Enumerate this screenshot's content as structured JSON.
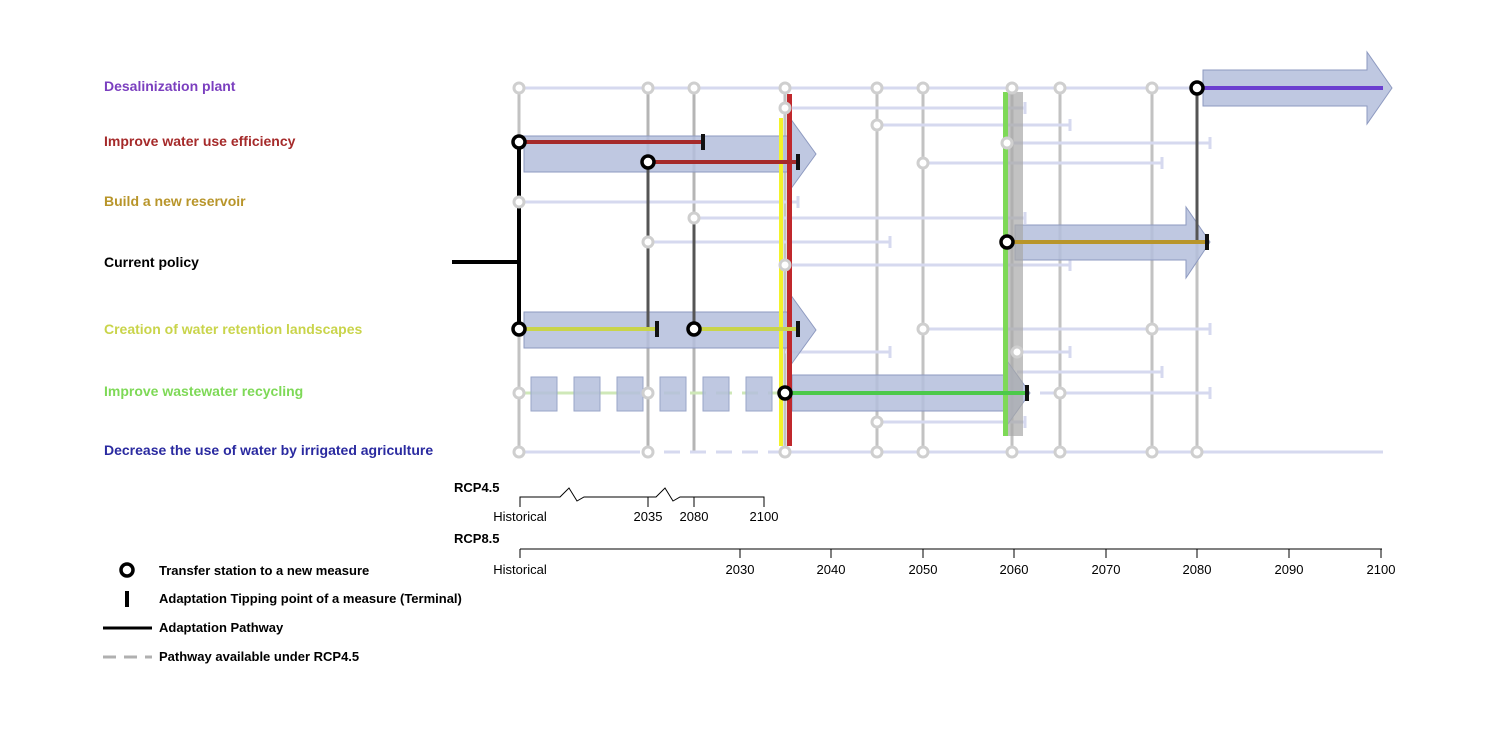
{
  "measures": [
    {
      "label": "Desalinization plant",
      "color": "#7b3fbf"
    },
    {
      "label": "Improve water use efficiency",
      "color": "#a52a2a"
    },
    {
      "label": "Build a new reservoir",
      "color": "#b8952a"
    },
    {
      "label": "Current policy",
      "color": "#000000"
    },
    {
      "label": "Creation of water retention landscapes",
      "color": "#c9d44a"
    },
    {
      "label": "Improve wastewater recycling",
      "color": "#7ed957"
    },
    {
      "label": "Decrease the use of water by irrigated agriculture",
      "color": "#2a2aa0"
    }
  ],
  "axes": {
    "rcp45": {
      "label": "RCP4.5",
      "ticks": [
        "Historical",
        "2035",
        "2080",
        "2100"
      ]
    },
    "rcp85": {
      "label": "RCP8.5",
      "ticks": [
        "Historical",
        "2030",
        "2040",
        "2050",
        "2060",
        "2070",
        "2080",
        "2090",
        "2100"
      ]
    }
  },
  "legend": [
    {
      "label": "Transfer station to a new measure",
      "icon": "transfer-station-icon"
    },
    {
      "label": "Adaptation Tipping point of a measure (Terminal)",
      "icon": "tipping-point-icon"
    },
    {
      "label": "Adaptation Pathway",
      "icon": "pathway-line-icon"
    },
    {
      "label": "Pathway available under RCP4.5",
      "icon": "dashed-line-icon"
    }
  ],
  "colors": {
    "arrow_fill": "#b4bedc",
    "light_line": "#d6d9ef",
    "vertical_gray": "#a8a8a8",
    "dark_gray": "#555555",
    "yellow_band": "#f3f32a",
    "red_band": "#c0282c",
    "green_band": "#7ed957"
  }
}
